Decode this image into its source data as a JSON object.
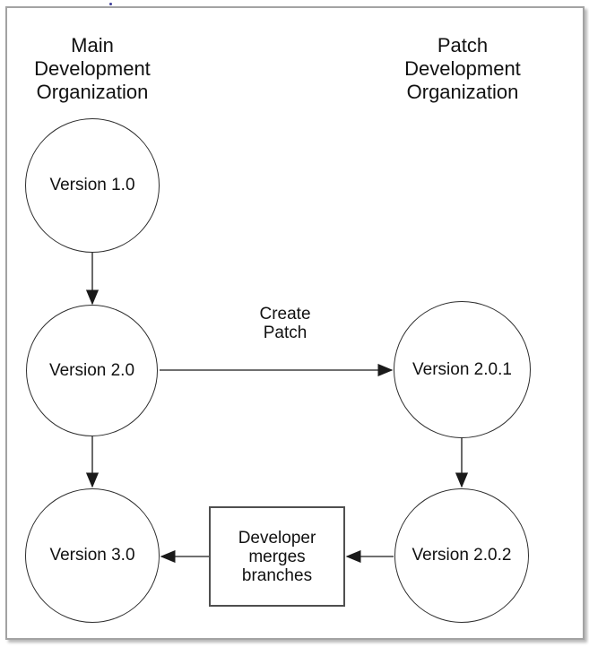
{
  "diagram": {
    "title_left": "Main\nDevelopment\nOrganization",
    "title_right": "Patch\nDevelopment\nOrganization",
    "nodes": [
      {
        "id": "version-1-0",
        "shape": "circle",
        "column": "main",
        "label": "Version 1.0"
      },
      {
        "id": "version-2-0",
        "shape": "circle",
        "column": "main",
        "label": "Version 2.0"
      },
      {
        "id": "version-3-0",
        "shape": "circle",
        "column": "main",
        "label": "Version 3.0"
      },
      {
        "id": "version-2-0-1",
        "shape": "circle",
        "column": "patch",
        "label": "Version 2.0.1"
      },
      {
        "id": "version-2-0-2",
        "shape": "circle",
        "column": "patch",
        "label": "Version 2.0.2"
      },
      {
        "id": "merge-box",
        "shape": "rectangle",
        "column": "middle",
        "label": "Developer\nmerges\nbranches"
      }
    ],
    "edges": [
      {
        "from": "version-1-0",
        "to": "version-2-0",
        "label": ""
      },
      {
        "from": "version-2-0",
        "to": "version-2-0-1",
        "label": "Create\nPatch"
      },
      {
        "from": "version-2-0",
        "to": "version-3-0",
        "label": ""
      },
      {
        "from": "version-2-0-1",
        "to": "version-2-0-2",
        "label": ""
      },
      {
        "from": "version-2-0-2",
        "to": "merge-box",
        "label": ""
      },
      {
        "from": "merge-box",
        "to": "version-3-0",
        "label": ""
      }
    ],
    "colors": {
      "line": "#1a1a1a",
      "text": "#111111",
      "node_fill": "#ffffff",
      "frame_border": "#a3a3a3",
      "background": "#ffffff"
    }
  }
}
